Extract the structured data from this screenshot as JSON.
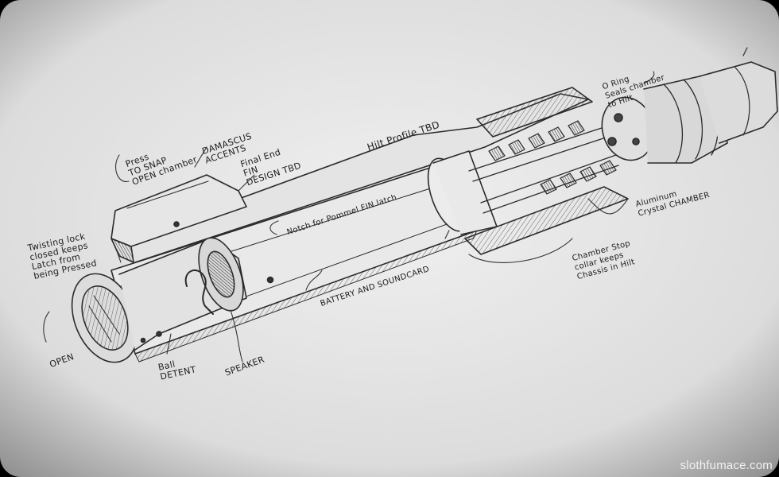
{
  "annotations": {
    "press_open": [
      "Press",
      "TO SNAP",
      "OPEN chamber"
    ],
    "damascus": [
      "DAMASCUS",
      "ACCENTS"
    ],
    "final_end": [
      "Final End",
      "FIN",
      "DESIGN TBD"
    ],
    "hilt_profile": "Hilt Profile TBD",
    "o_ring": [
      "O Ring",
      "Seals chamber",
      "to Hilt"
    ],
    "twisting_lock": [
      "Twisting lock",
      "closed keeps",
      "Latch from",
      "being Pressed"
    ],
    "notch": "Notch for Pommel FIN latch",
    "battery": "BATTERY AND SOUNDCARD",
    "aluminum": [
      "Aluminum",
      "Crystal CHAMBER"
    ],
    "chamber_stop": [
      "Chamber Stop",
      "collar keeps",
      "Chassis in Hilt"
    ],
    "open": "OPEN",
    "ball_detent": [
      "Ball",
      "DETENT"
    ],
    "speaker": "SPEAKER"
  },
  "watermark": "slothfumace.com"
}
